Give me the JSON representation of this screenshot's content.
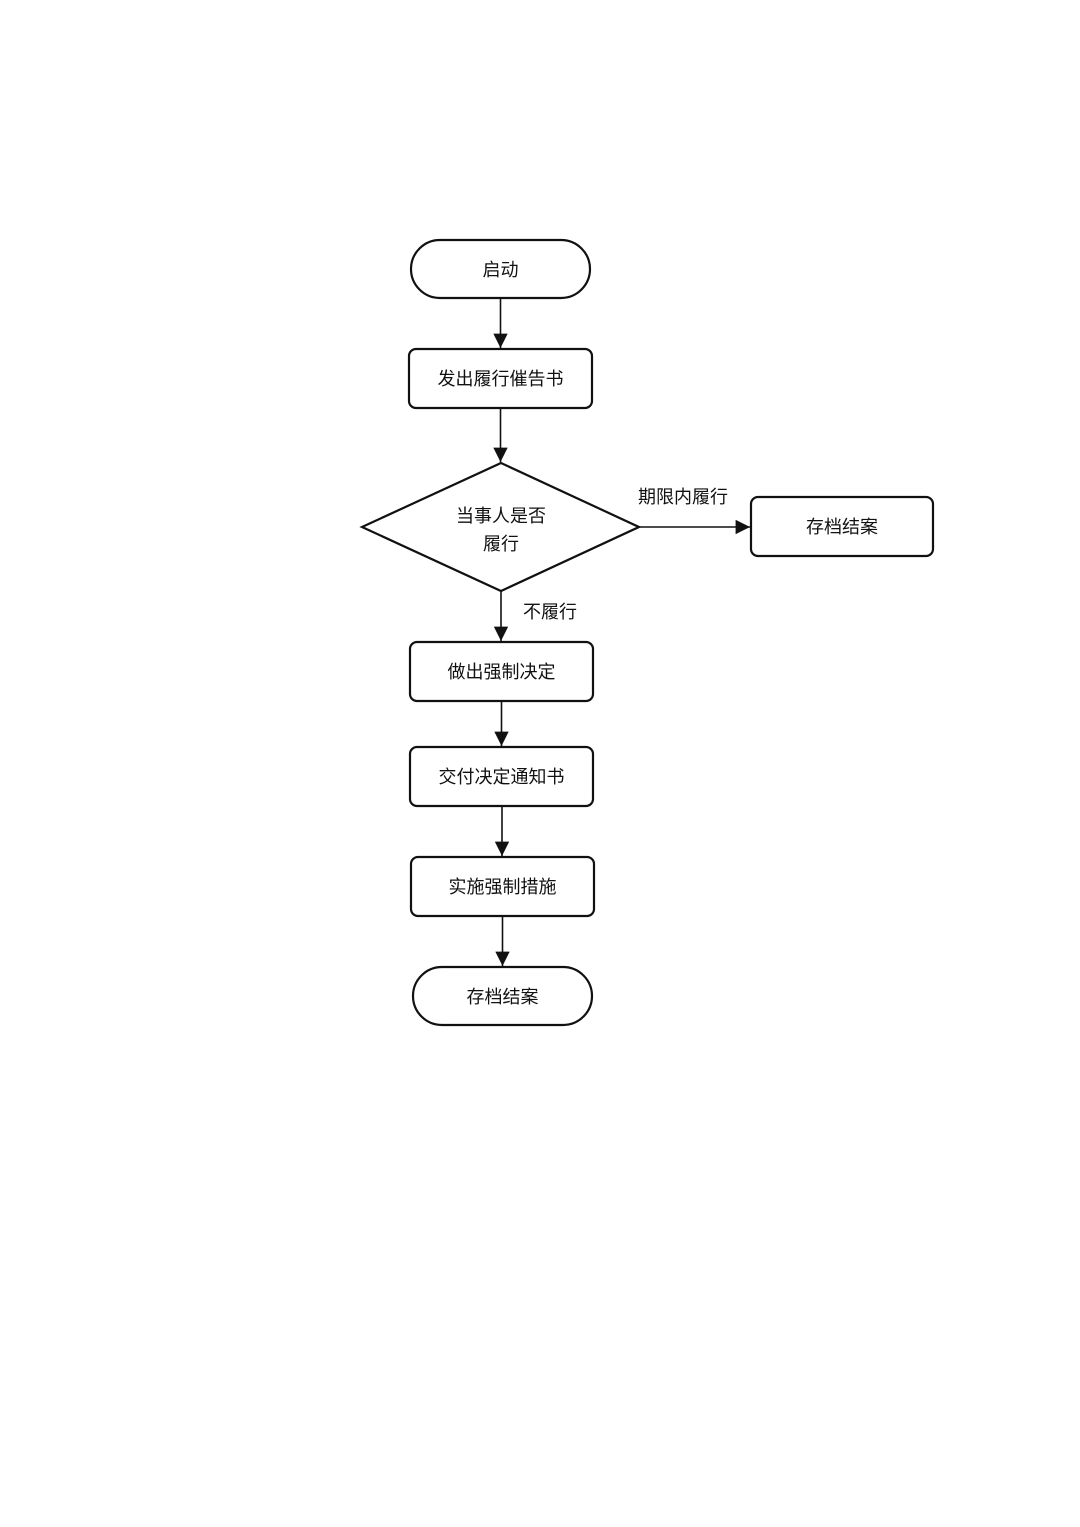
{
  "diagram": {
    "type": "flowchart",
    "nodes": {
      "start": {
        "shape": "terminator",
        "label": "启动"
      },
      "issue_notice": {
        "shape": "process",
        "label": "发出履行催告书"
      },
      "decision": {
        "shape": "decision",
        "label_line1": "当事人是否",
        "label_line2": "履行"
      },
      "archive_side": {
        "shape": "process",
        "label": "存档结案"
      },
      "make_decision": {
        "shape": "process",
        "label": "做出强制决定"
      },
      "deliver_notice": {
        "shape": "process",
        "label": "交付决定通知书"
      },
      "enforce": {
        "shape": "process",
        "label": "实施强制措施"
      },
      "archive_end": {
        "shape": "terminator",
        "label": "存档结案"
      }
    },
    "edges": {
      "yes_label": "期限内履行",
      "no_label": "不履行"
    }
  }
}
